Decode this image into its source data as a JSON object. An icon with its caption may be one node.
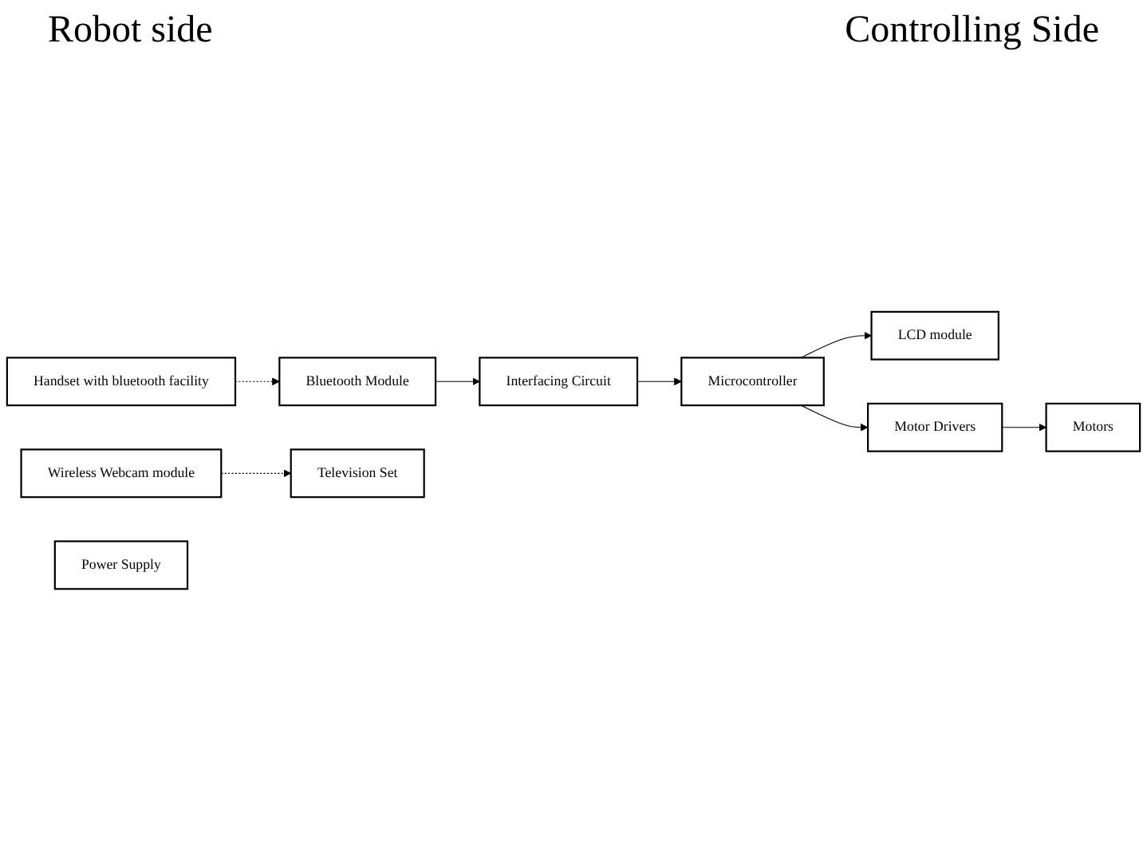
{
  "diagram": {
    "nodes": [
      {
        "text": [
          "Bluetooth Module"
        ]
      },
      {
        "text": [
          "Interfacing Circuit"
        ]
      },
      {
        "text": [
          "Wireless Webcam module"
        ]
      },
      {
        "text": [
          "Handset with bluetooth facility"
        ]
      },
      {
        "text": [
          "Microcontroller"
        ]
      },
      {
        "text": [
          "LCD module"
        ]
      },
      {
        "text": [
          "Motor Drivers"
        ]
      },
      {
        "text": [
          "Motors"
        ]
      },
      {
        "text": [
          "Power Supply"
        ]
      },
      {
        "text": [
          "Television Set"
        ]
      }
    ],
    "edges": [
      {
        "from": 0,
        "to": 1,
        "arrow": "to"
      },
      {
        "from": 1,
        "to": 4,
        "arrow": "to"
      },
      {
        "from": 4,
        "to": 6,
        "arrow": "to"
      },
      {
        "from": 4,
        "to": 5,
        "arrow": "to"
      },
      {
        "from": 6,
        "to": 7,
        "arrow": "to"
      },
      {
        "from": 3,
        "to": 0,
        "arrow": "to",
        "style": "dashed"
      },
      {
        "from": 2,
        "to": 9,
        "arrow": "to",
        "style": "dashed"
      }
    ],
    "labels": [
      "Robot side",
      "Controlling Side"
    ]
  }
}
